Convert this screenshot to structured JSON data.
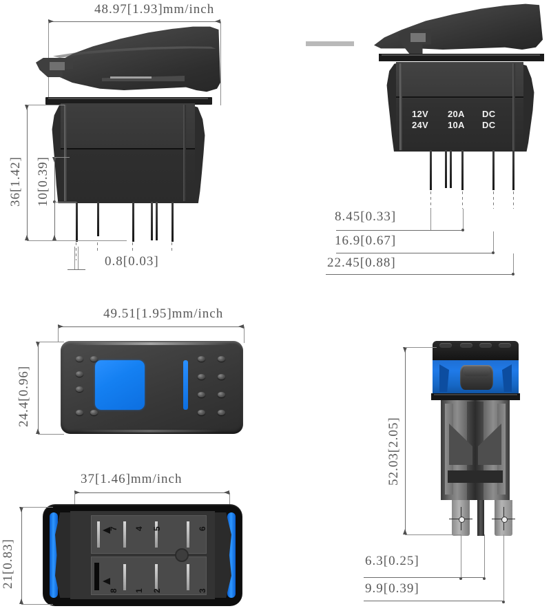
{
  "document": {
    "type": "product-dimension-drawing",
    "subject": "5-pin rocker switch",
    "units_note": "mm/inch"
  },
  "views": {
    "side_elevation": {
      "name": "Side elevation with rocker raised",
      "dimensions": {
        "width": "48.97[1.93]mm/inch",
        "overall_height": "36[1.42]",
        "body_height": "10[0.39]",
        "terminal_thickness": "0.8[0.03]"
      }
    },
    "front_elevation": {
      "name": "Front elevation with ratings",
      "rating_rows": [
        [
          "12V",
          "20A",
          "DC"
        ],
        [
          "24V",
          "10A",
          "DC"
        ]
      ],
      "dimensions": {
        "pitch_1": "8.45[0.33]",
        "pitch_2": "16.9[0.67]",
        "pitch_3": "22.45[0.88]"
      }
    },
    "rocker_face": {
      "name": "Rocker actuator face",
      "dimensions": {
        "width": "49.51[1.95]mm/inch",
        "height": "24.4[0.96]"
      },
      "lens_color": "#1480f2",
      "body_color": "#3a3a3a",
      "left_lens": "square",
      "right_lens": "bar"
    },
    "bottom_view": {
      "name": "Bottom terminal map",
      "dimensions": {
        "width": "37[1.46]mm/inch",
        "height": "21[0.83]"
      },
      "pins_top_row": [
        "7",
        "4",
        "5",
        "6"
      ],
      "pins_bottom_row": [
        "8",
        "1",
        "2",
        "3"
      ],
      "accent_color": "#2e96ff"
    },
    "end_view": {
      "name": "End view with terminal blades",
      "dimensions": {
        "height": "52.03[2.05]",
        "blade_offset_1": "6.3[0.25]",
        "blade_offset_2": "9.9[0.39]"
      },
      "bezel_color": "#1f7ae8"
    }
  }
}
